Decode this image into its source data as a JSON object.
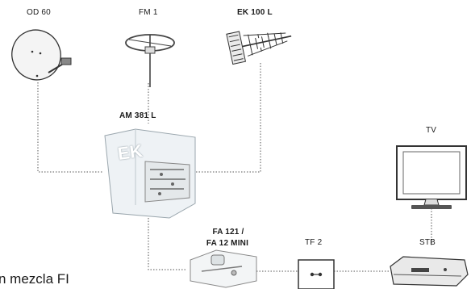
{
  "labels": {
    "dish": "OD 60",
    "fm": "FM 1",
    "uhf": "EK 100 L",
    "amp": "AM 381 L",
    "tv": "TV",
    "fa_line1": "FA 121 /",
    "fa_line2": "FA 12 MINI",
    "tf": "TF 2",
    "stb": "STB"
  },
  "logo_text": "EK",
  "caption": "n mezcla FI"
}
